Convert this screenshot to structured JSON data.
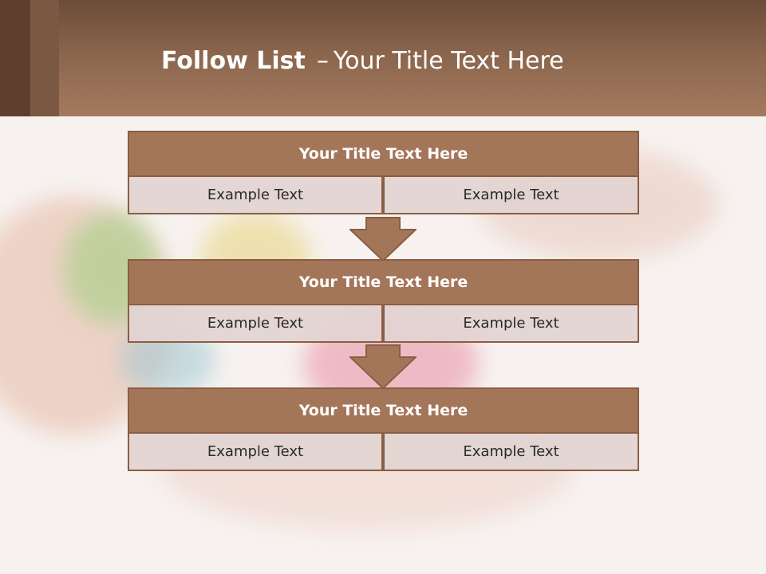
{
  "slide": {
    "title_bold": "Follow List",
    "title_dash": "–",
    "title_rest": "Your Title Text Here"
  },
  "flow": [
    {
      "title": "Your Title Text Here",
      "left": "Example Text",
      "right": "Example Text"
    },
    {
      "title": "Your Title Text Here",
      "left": "Example Text",
      "right": "Example Text"
    },
    {
      "title": "Your Title Text Here",
      "left": "Example Text",
      "right": "Example Text"
    }
  ],
  "colors": {
    "header": "#8a654c",
    "title_bar": "#a47659",
    "border": "#8a5e43",
    "cell": "#e2d4d1",
    "arrow": "#a47659"
  },
  "icons": [
    "down-arrow-icon"
  ]
}
